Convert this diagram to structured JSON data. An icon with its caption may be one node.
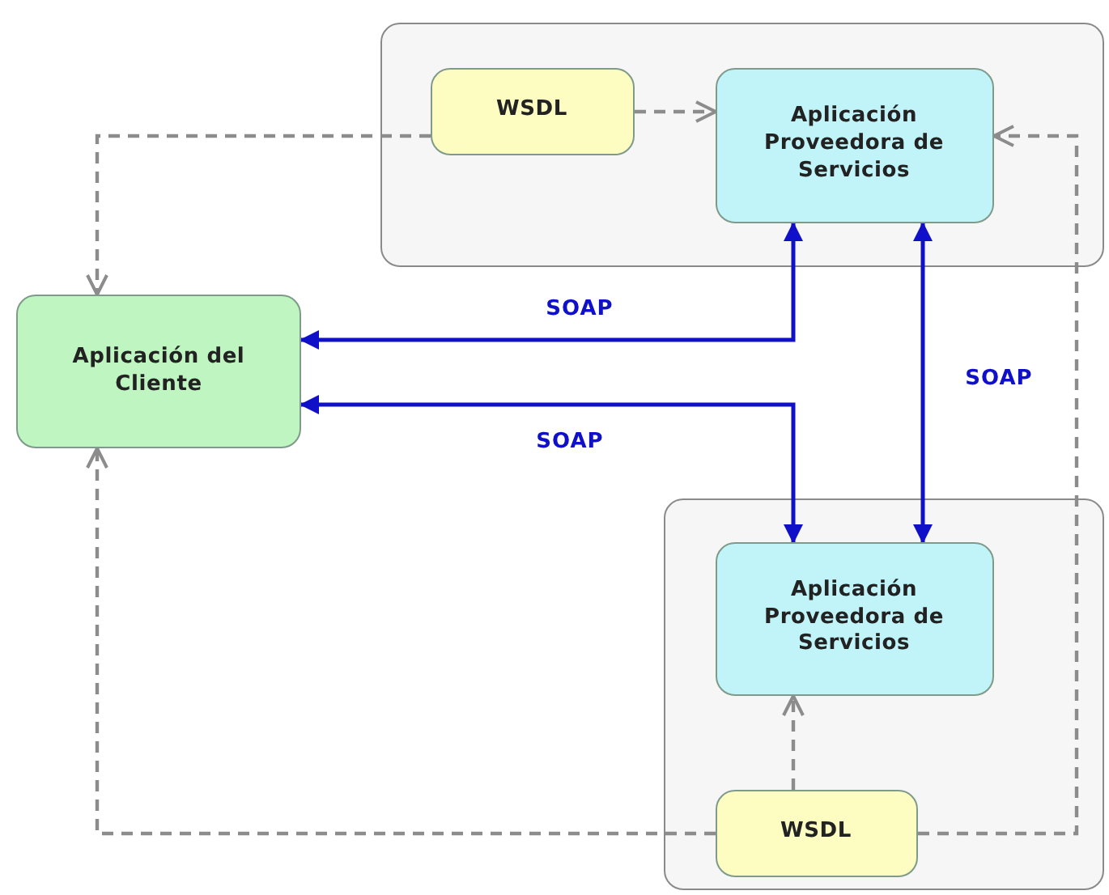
{
  "diagram": {
    "nodes": [
      {
        "text": [],
        "shape": "box"
      },
      {
        "text": [
          "WSDL"
        ],
        "in": 0
      },
      {
        "text": [
          "Aplicación Proveedora de Servicios"
        ],
        "in": 0
      },
      {
        "text": [
          "Aplicación del Cliente"
        ]
      },
      {
        "text": [],
        "shape": "box"
      },
      {
        "text": [
          "Aplicación Proveedora de Servicios"
        ],
        "in": 4
      },
      {
        "text": [
          "WSDL"
        ],
        "in": 4
      }
    ],
    "edges": [
      {
        "from": 1,
        "to": 2,
        "arrow": "to",
        "style": "dashed"
      },
      {
        "from": 1,
        "to": 3,
        "arrow": "to",
        "style": "dashed"
      },
      {
        "from": 2,
        "to": 3,
        "arrow": "both",
        "label": "SOAP",
        "color": "#1010c8"
      },
      {
        "from": 3,
        "to": 5,
        "arrow": "both",
        "label": "SOAP",
        "color": "#1010c8"
      },
      {
        "from": 2,
        "to": 5,
        "arrow": "both",
        "label": "SOAP",
        "color": "#1010c8"
      },
      {
        "from": 6,
        "to": 5,
        "arrow": "to",
        "style": "dashed"
      },
      {
        "from": 6,
        "to": 3,
        "arrow": "to",
        "style": "dashed"
      },
      {
        "from": 6,
        "to": 2,
        "arrow": "to",
        "style": "dashed"
      }
    ]
  }
}
